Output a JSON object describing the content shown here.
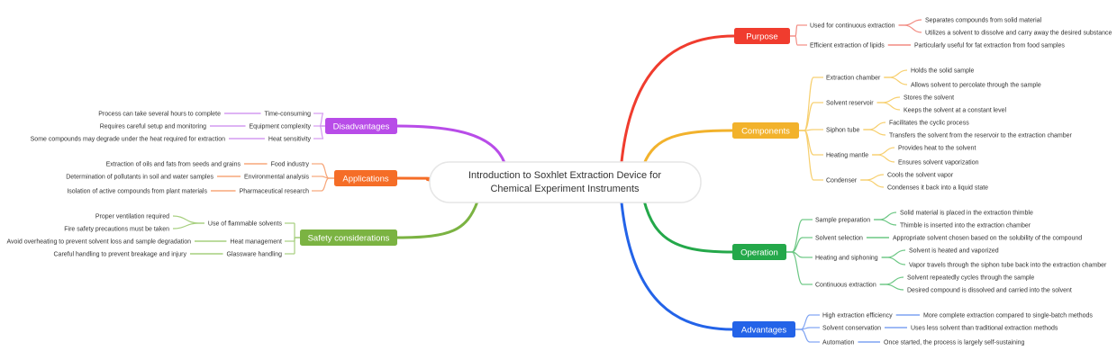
{
  "root": {
    "title_line1": "Introduction to Soxhlet Extraction Device for",
    "title_line2": "Chemical Experiment Instruments"
  },
  "branches": [
    {
      "key": "purpose",
      "label": "Purpose",
      "side": "right",
      "color": "#f03c2e",
      "light": "#f28b82",
      "children": [
        {
          "label": "Used for continuous extraction",
          "children": [
            "Separates compounds from solid material",
            "Utilizes a solvent to dissolve and carry away the desired substance"
          ]
        },
        {
          "label": "Efficient extraction of lipids",
          "children": [
            "Particularly useful for fat extraction from food samples"
          ]
        }
      ]
    },
    {
      "key": "components",
      "label": "Components",
      "side": "right",
      "color": "#f2b22c",
      "light": "#f7cf6e",
      "children": [
        {
          "label": "Extraction chamber",
          "children": [
            "Holds the solid sample",
            "Allows solvent to percolate through the sample"
          ]
        },
        {
          "label": "Solvent reservoir",
          "children": [
            "Stores the solvent",
            "Keeps the solvent at a constant level"
          ]
        },
        {
          "label": "Siphon tube",
          "children": [
            "Facilitates the cyclic process",
            "Transfers the solvent from the reservoir to the extraction chamber"
          ]
        },
        {
          "label": "Heating mantle",
          "children": [
            "Provides heat to the solvent",
            "Ensures solvent vaporization"
          ]
        },
        {
          "label": "Condenser",
          "children": [
            "Cools the solvent vapor",
            "Condenses it back into a liquid state"
          ]
        }
      ]
    },
    {
      "key": "operation",
      "label": "Operation",
      "side": "right",
      "color": "#24a84a",
      "light": "#6cc784",
      "children": [
        {
          "label": "Sample preparation",
          "children": [
            "Solid material is placed in the extraction thimble",
            "Thimble is inserted into the extraction chamber"
          ]
        },
        {
          "label": "Solvent selection",
          "children": [
            "Appropriate solvent chosen based on the solubility of the compound"
          ]
        },
        {
          "label": "Heating and siphoning",
          "children": [
            "Solvent is heated and vaporized",
            "Vapor travels through the siphon tube back into the extraction chamber"
          ]
        },
        {
          "label": "Continuous extraction",
          "children": [
            "Solvent repeatedly cycles through the sample",
            "Desired compound is dissolved and carried into the solvent"
          ]
        }
      ]
    },
    {
      "key": "advantages",
      "label": "Advantages",
      "side": "right",
      "color": "#2363e8",
      "light": "#7ea3f2",
      "children": [
        {
          "label": "High extraction efficiency",
          "children": [
            "More complete extraction compared to single-batch methods"
          ]
        },
        {
          "label": "Solvent conservation",
          "children": [
            "Uses less solvent than traditional extraction methods"
          ]
        },
        {
          "label": "Automation",
          "children": [
            "Once started, the process is largely self-sustaining"
          ]
        }
      ]
    },
    {
      "key": "disadvantages",
      "label": "Disadvantages",
      "side": "left",
      "color": "#b84ce8",
      "light": "#d49af0",
      "children": [
        {
          "label": "Time-consuming",
          "children": [
            "Process can take several hours to complete"
          ]
        },
        {
          "label": "Equipment complexity",
          "children": [
            "Requires careful setup and monitoring"
          ]
        },
        {
          "label": "Heat sensitivity",
          "children": [
            "Some compounds may degrade under the heat required for extraction"
          ]
        }
      ]
    },
    {
      "key": "applications",
      "label": "Applications",
      "side": "left",
      "color": "#f56d27",
      "light": "#f7a77a",
      "children": [
        {
          "label": "Food industry",
          "children": [
            "Extraction of oils and fats from seeds and grains"
          ]
        },
        {
          "label": "Environmental analysis",
          "children": [
            "Determination of pollutants in soil and water samples"
          ]
        },
        {
          "label": "Pharmaceutical research",
          "children": [
            "Isolation of active compounds from plant materials"
          ]
        }
      ]
    },
    {
      "key": "safety",
      "label": "Safety considerations",
      "side": "left",
      "color": "#7bb342",
      "light": "#a6cf7e",
      "children": [
        {
          "label": "Use of flammable solvents",
          "children": [
            "Proper ventilation required",
            "Fire safety precautions must be taken"
          ]
        },
        {
          "label": "Heat management",
          "children": [
            "Avoid overheating to prevent solvent loss and sample degradation"
          ]
        },
        {
          "label": "Glassware handling",
          "children": [
            "Careful handling to prevent breakage and injury"
          ]
        }
      ]
    }
  ]
}
